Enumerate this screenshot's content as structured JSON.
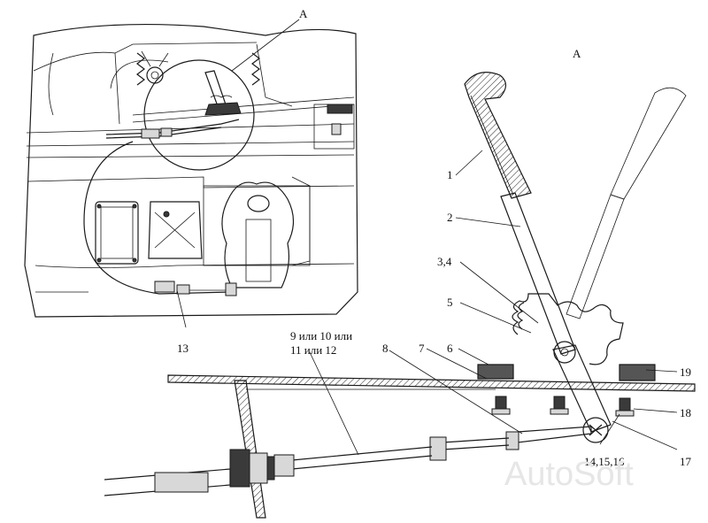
{
  "labels": {
    "view_a_top": "A",
    "view_a_right": "A",
    "part_1": "1",
    "part_2": "2",
    "part_3_4": "3,4",
    "part_5": "5",
    "part_6": "6",
    "part_7": "7",
    "part_8": "8",
    "part_9_12_line1": "9 или 10 или",
    "part_9_12_line2": "11 или 12",
    "part_13": "13",
    "part_14_16": "14,15,16",
    "part_17": "17",
    "part_18": "18",
    "part_19": "19"
  },
  "watermark": "AutoSoft"
}
